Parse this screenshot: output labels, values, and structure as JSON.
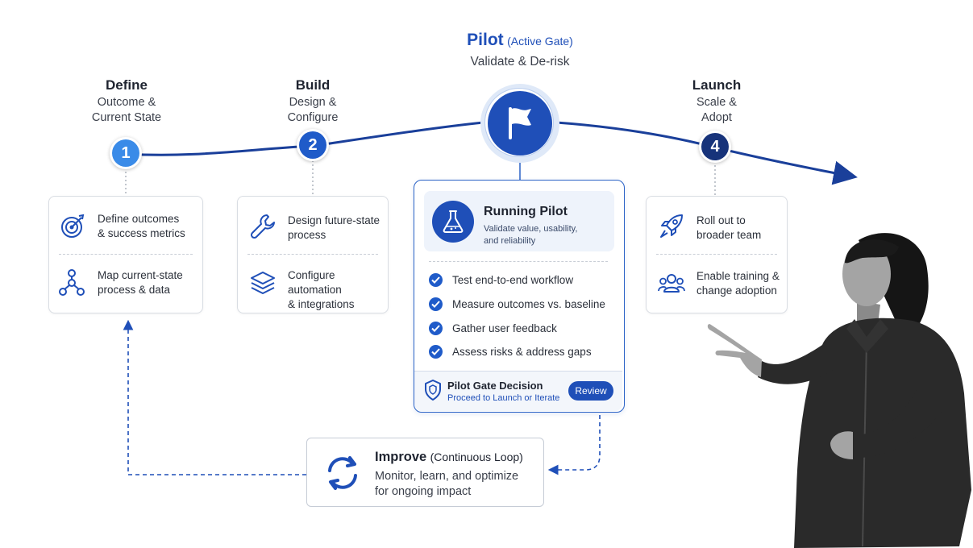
{
  "pilot_header": {
    "title": "Pilot",
    "tag": "(Active Gate)",
    "subtitle": "Validate & De-risk"
  },
  "stages": [
    {
      "title": "Define",
      "subtitle_lines": [
        "Outcome &",
        "Current State"
      ],
      "number": "1"
    },
    {
      "title": "Build",
      "subtitle_lines": [
        "Design &",
        "Configure"
      ],
      "number": "2"
    },
    {
      "title": "Launch",
      "subtitle_lines": [
        "Scale &",
        "Adopt"
      ],
      "number": "4"
    }
  ],
  "define_card": [
    {
      "icon": "target-icon",
      "lines": [
        "Define outcomes",
        "& success metrics"
      ]
    },
    {
      "icon": "process-flow-icon",
      "lines": [
        "Map current-state",
        "process & data"
      ]
    }
  ],
  "build_card": [
    {
      "icon": "wrench-icon",
      "lines": [
        "Design future-state",
        "process"
      ]
    },
    {
      "icon": "layers-icon",
      "lines": [
        "Configure automation",
        "& integrations"
      ]
    }
  ],
  "launch_card": [
    {
      "icon": "rocket-icon",
      "lines": [
        "Roll out to",
        "broader team"
      ]
    },
    {
      "icon": "team-icon",
      "lines": [
        "Enable training &",
        "change adoption"
      ]
    }
  ],
  "pilot_card": {
    "title": "Running Pilot",
    "desc_lines": [
      "Validate value, usability,",
      "and reliability"
    ],
    "checks": [
      "Test end-to-end workflow",
      "Measure outcomes vs. baseline",
      "Gather user feedback",
      "Assess risks & address gaps"
    ],
    "gate_title": "Pilot Gate Decision",
    "gate_sub": "Proceed to Launch or Iterate",
    "review_label": "Review"
  },
  "improve": {
    "title": "Improve",
    "tag": "(Continuous Loop)",
    "lines": [
      "Monitor, learn, and optimize",
      "for ongoing impact"
    ]
  },
  "colors": {
    "primary": "#1f4fb8",
    "light_blue": "#3a8be8",
    "navy": "#17337a",
    "text": "#1f2430"
  }
}
